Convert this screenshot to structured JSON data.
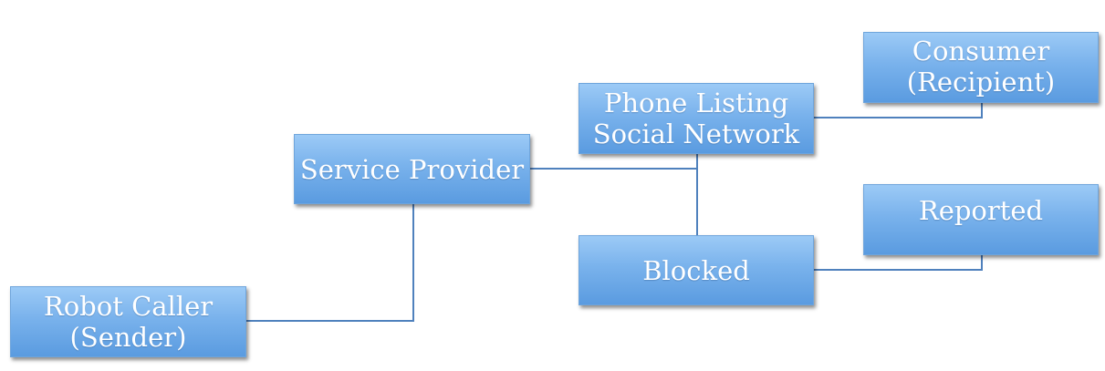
{
  "diagram": {
    "nodes": {
      "robot_caller": "Robot Caller\n(Sender)",
      "service_provider": "Service Provider",
      "phone_listing": "Phone Listing\nSocial Network",
      "blocked": "Blocked",
      "consumer": "Consumer\n(Recipient)",
      "reported": "Reported"
    },
    "connections": [
      {
        "from": "robot_caller",
        "to": "service_provider"
      },
      {
        "from": "service_provider",
        "to": "phone_listing"
      },
      {
        "from": "service_provider",
        "to": "blocked"
      },
      {
        "from": "phone_listing",
        "to": "consumer"
      },
      {
        "from": "blocked",
        "to": "reported"
      }
    ],
    "colors": {
      "box_top": "#9ccaf6",
      "box_bottom": "#5a9be0",
      "connector": "#4f81bd",
      "text": "#ffffff"
    }
  }
}
